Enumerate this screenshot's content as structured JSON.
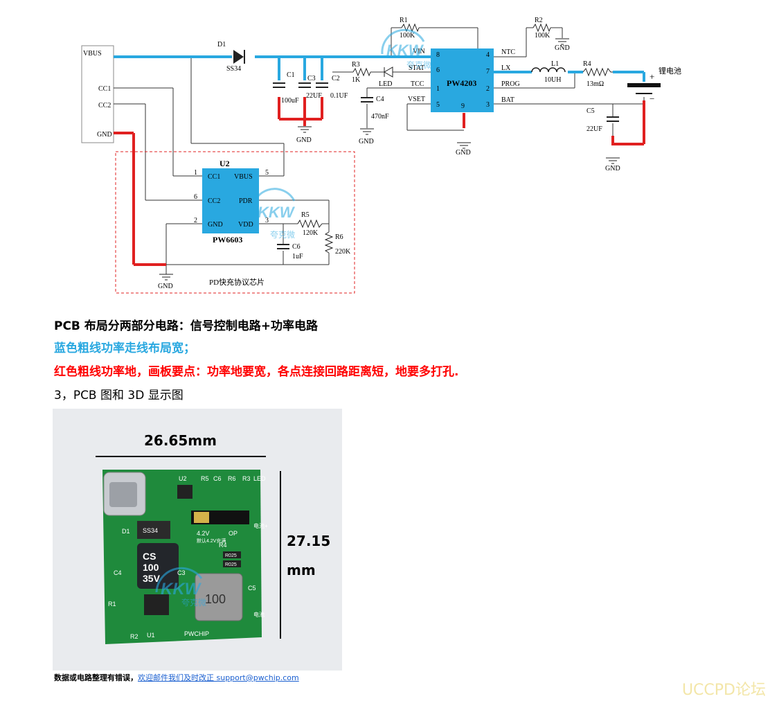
{
  "schematic": {
    "connector_pins": [
      "VBUS",
      "CC1",
      "CC2",
      "GND"
    ],
    "d1": {
      "ref": "D1",
      "part": "SS34"
    },
    "c1": {
      "ref": "C1",
      "value": "100uF"
    },
    "c3": {
      "ref": "C3",
      "value": "22UF"
    },
    "c2": {
      "ref": "C2",
      "value": "0.1UF"
    },
    "r1": {
      "ref": "R1",
      "value": "100K"
    },
    "r2": {
      "ref": "R2",
      "value": "100K"
    },
    "r3": {
      "ref": "R3",
      "value": "1K"
    },
    "led": "LED",
    "c4": {
      "ref": "C4",
      "value": "470nF"
    },
    "l1": {
      "ref": "L1",
      "value": "10UH"
    },
    "r4": {
      "ref": "R4",
      "value": "13mΩ"
    },
    "c5": {
      "ref": "C5",
      "value": "22UF"
    },
    "battery": {
      "label": "锂电池",
      "plus": "+",
      "minus": "−"
    },
    "gnd": "GND",
    "u1": {
      "name": "PW4203",
      "left_pins": [
        {
          "num": "8",
          "name": "VIN"
        },
        {
          "num": "6",
          "name": "STAT"
        },
        {
          "num": "1",
          "name": "TCC"
        },
        {
          "num": "5",
          "name": "VSET"
        }
      ],
      "right_pins": [
        {
          "num": "4",
          "name": "NTC"
        },
        {
          "num": "7",
          "name": "LX"
        },
        {
          "num": "2",
          "name": "PROG"
        },
        {
          "num": "3",
          "name": "BAT"
        }
      ],
      "bottom_pin": "9"
    },
    "u2": {
      "ref": "U2",
      "name": "PW6603",
      "left_pins": [
        {
          "num": "1",
          "name": "CC1"
        },
        {
          "num": "6",
          "name": "CC2"
        },
        {
          "num": "2",
          "name": "GND"
        }
      ],
      "right_pins": [
        {
          "num": "5",
          "name": "VBUS"
        },
        {
          "num": "",
          "name": "PDR"
        },
        {
          "num": "3",
          "name": "VDD"
        }
      ]
    },
    "r5": {
      "ref": "R5",
      "value": "120K"
    },
    "r6": {
      "ref": "R6",
      "value": "220K"
    },
    "c6": {
      "ref": "C6",
      "value": "1uF"
    },
    "pd_box_label": "PD快充协议芯片",
    "watermark": "夸克微"
  },
  "text": {
    "line1": "PCB 布局分两部分电路：信号控制电路+功率电路",
    "line2": "蓝色粗线功率走线布局宽；",
    "line3": "红色粗线功率地，画板要点：功率地要宽，各点连接回路距离短，地要多打孔.",
    "line4": "3，PCB 图和 3D 显示图"
  },
  "photo": {
    "width_dim": "26.65mm",
    "height_dim_1": "27.15",
    "height_dim_2": "mm",
    "labels": [
      "U2",
      "R5",
      "C6",
      "R6",
      "R3",
      "LED",
      "D1",
      "SS34",
      "4.2V",
      "OP",
      "默认4.2V充满",
      "电池+",
      "R4",
      "R025",
      "R025",
      "C4",
      "C3",
      "C5",
      "R1",
      "R2",
      "U1",
      "100",
      "电池",
      "PWCHIP"
    ],
    "cap_text": [
      "CS",
      "100",
      "35V"
    ],
    "colors": {
      "board": "#1f8a3c",
      "inductor": "#9a9a9a"
    }
  },
  "footer": {
    "text": "数据或电路整理有错误，",
    "link": "欢迎邮件我们及时改正 support@pwchip.com"
  },
  "site_watermark": "UCCPD论坛"
}
